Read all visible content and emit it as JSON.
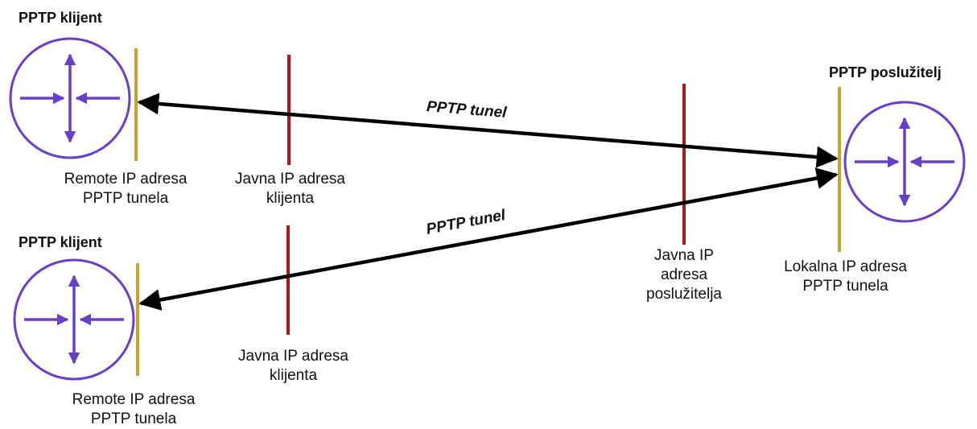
{
  "nodes": {
    "client_top": {
      "title": "PPTP klijent",
      "remote_ip": [
        "Remote IP adresa",
        "PPTP tunela"
      ],
      "public_ip": [
        "Javna IP adresa",
        "klijenta"
      ]
    },
    "client_bottom": {
      "title": "PPTP klijent",
      "remote_ip": [
        "Remote IP adresa",
        "PPTP tunela"
      ],
      "public_ip": [
        "Javna IP adresa",
        "klijenta"
      ]
    },
    "server": {
      "title": "PPTP poslužitelj",
      "local_ip": [
        "Lokalna IP adresa",
        "PPTP tunela"
      ],
      "public_ip": [
        "Javna IP",
        "adresa",
        "poslužitelja"
      ]
    }
  },
  "tunnels": [
    {
      "label": "PPTP tunel"
    },
    {
      "label": "PPTP tunel"
    }
  ],
  "colors": {
    "router": "#6a3fc8",
    "interface_line": "#c8a32a",
    "public_ip_line": "#b01818",
    "tunnel_arrow": "#000000"
  },
  "icons": [
    "router-icon",
    "router-icon",
    "router-icon"
  ]
}
